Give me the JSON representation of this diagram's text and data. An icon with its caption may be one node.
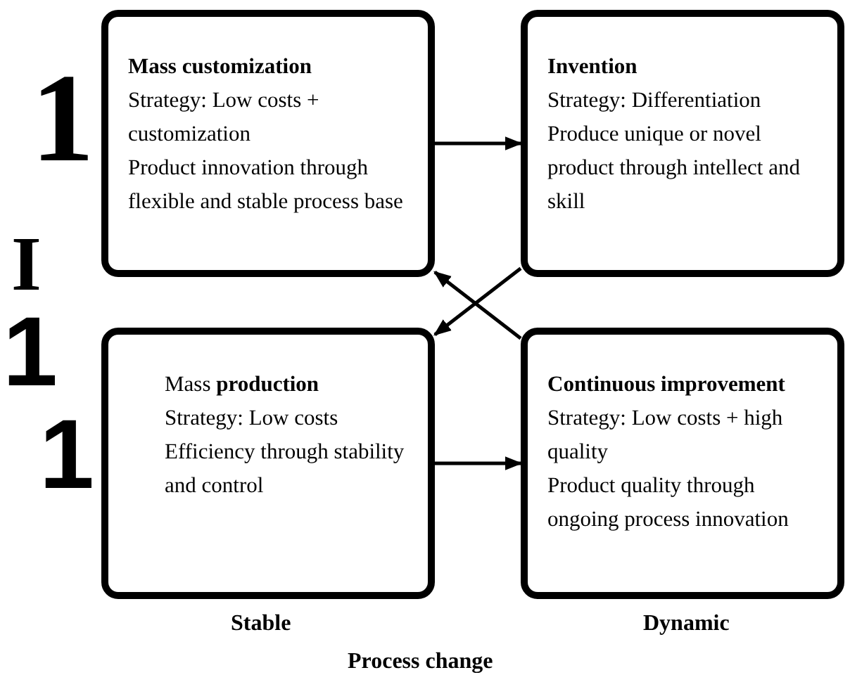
{
  "diagram": {
    "nodes": [
      {
        "text": [
          "Mass customization",
          "Strategy: Low costs + customization",
          "Product innovation through flexible and stable process base"
        ]
      },
      {
        "text": [
          "Invention",
          "Strategy: Differentiation",
          "Produce unique or novel product through intellect and skill"
        ]
      },
      {
        "text": [
          "Mass **production**",
          "Strategy: Low costs",
          "Efficiency through stability and control"
        ]
      },
      {
        "text": [
          "Continuous improvement",
          "Strategy: Low costs + high quality",
          "Product quality through ongoing process innovation"
        ]
      }
    ],
    "edges": [
      {
        "from": 0,
        "to": 1,
        "arrow": "to"
      },
      {
        "from": 1,
        "to": 2,
        "arrow": "to"
      },
      {
        "from": 3,
        "to": 0,
        "arrow": "to"
      },
      {
        "from": 2,
        "to": 3,
        "arrow": "to"
      }
    ],
    "labels": [
      "1",
      "I",
      "1",
      "1",
      "Stable",
      "Dynamic",
      "Process change"
    ]
  }
}
